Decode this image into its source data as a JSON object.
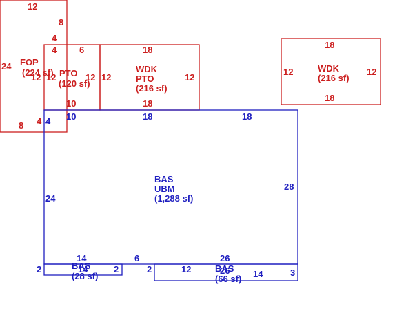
{
  "colors": {
    "red": "#cc1f1f",
    "blue": "#1f1fc0"
  },
  "areas": {
    "fop": {
      "code": "FOP",
      "area": "(224 sf)"
    },
    "pto": {
      "code": "PTO",
      "area": "(120 sf)"
    },
    "wdk_pto": {
      "code1": "WDK",
      "code2": "PTO",
      "area": "(216 sf)"
    },
    "wdk": {
      "code": "WDK",
      "area": "(216 sf)"
    },
    "bas_main": {
      "code1": "BAS",
      "code2": "UBM",
      "area": "(1,288 sf)"
    },
    "bas_small_left": {
      "code": "BAS",
      "area": "(28 sf)"
    },
    "bas_small_right": {
      "code": "BAS",
      "area": "(66 sf)"
    }
  },
  "dims": {
    "fop_top": "12",
    "fop_8a": "8",
    "fop_4a": "4",
    "fop_4b": "4",
    "fop_6": "6",
    "fop_24": "24",
    "fop_12l": "12",
    "fop_12r": "12",
    "fop_8b": "8",
    "fop_4c": "4",
    "pto_12r": "12",
    "pto_10": "10",
    "wdkpto_18t": "18",
    "wdkpto_12l": "12",
    "wdkpto_12r": "12",
    "wdkpto_18b": "18",
    "wdk_18t": "18",
    "wdk_12l": "12",
    "wdk_12r": "12",
    "wdk_18b": "18",
    "bas_4": "4",
    "bas_10": "10",
    "bas_18a": "18",
    "bas_18b": "18",
    "bas_24": "24",
    "bas_28": "28",
    "bas_14a": "14",
    "bas_6": "6",
    "bas_26": "26",
    "b2_2l": "2",
    "b2_14": "14",
    "b2_2r": "2",
    "b3_2": "2",
    "b3_12": "12",
    "b3_26": "26",
    "b3_14": "14",
    "b3_3": "3"
  }
}
